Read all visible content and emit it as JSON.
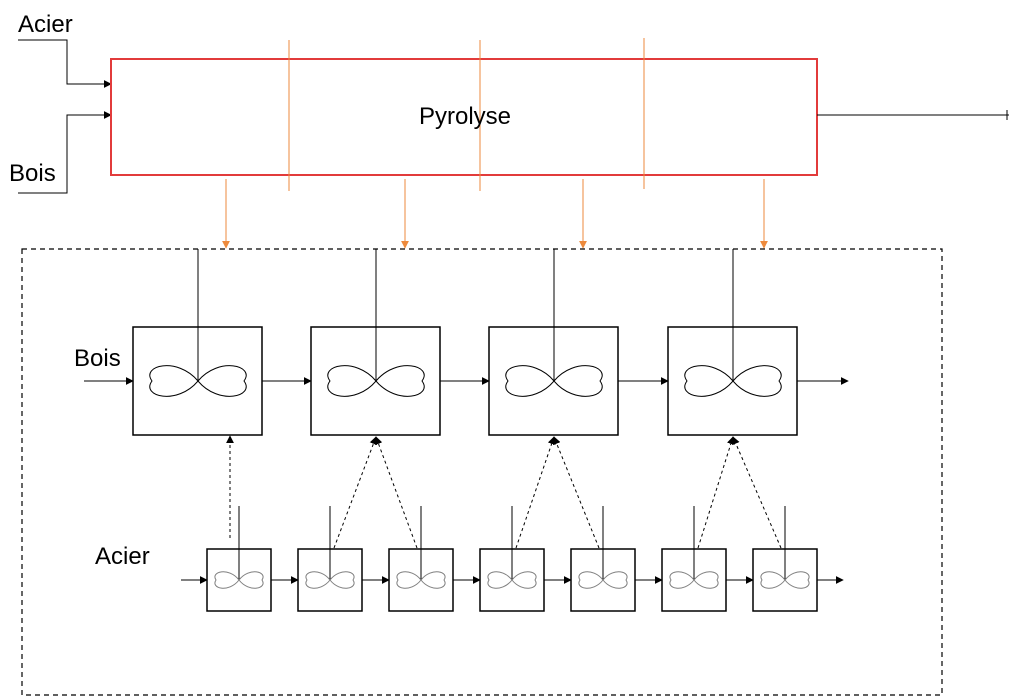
{
  "labels": {
    "top_input_steel": "Acier",
    "top_input_wood": "Bois",
    "pyrolysis": "Pyrolyse",
    "cascade_input_wood": "Bois",
    "cascade_input_steel": "Acier"
  },
  "colors": {
    "pyrolysis_border": "#e23b3b",
    "heat_arrows": "#ed8a3c",
    "line": "#000000",
    "steel_mixer_symbol": "#7f7f7f"
  },
  "structure": {
    "pyrolysis_sections": 4,
    "wood_reactors": 4,
    "steel_reactors": 7,
    "mixer_icon": "infinity-stirrer-icon"
  }
}
